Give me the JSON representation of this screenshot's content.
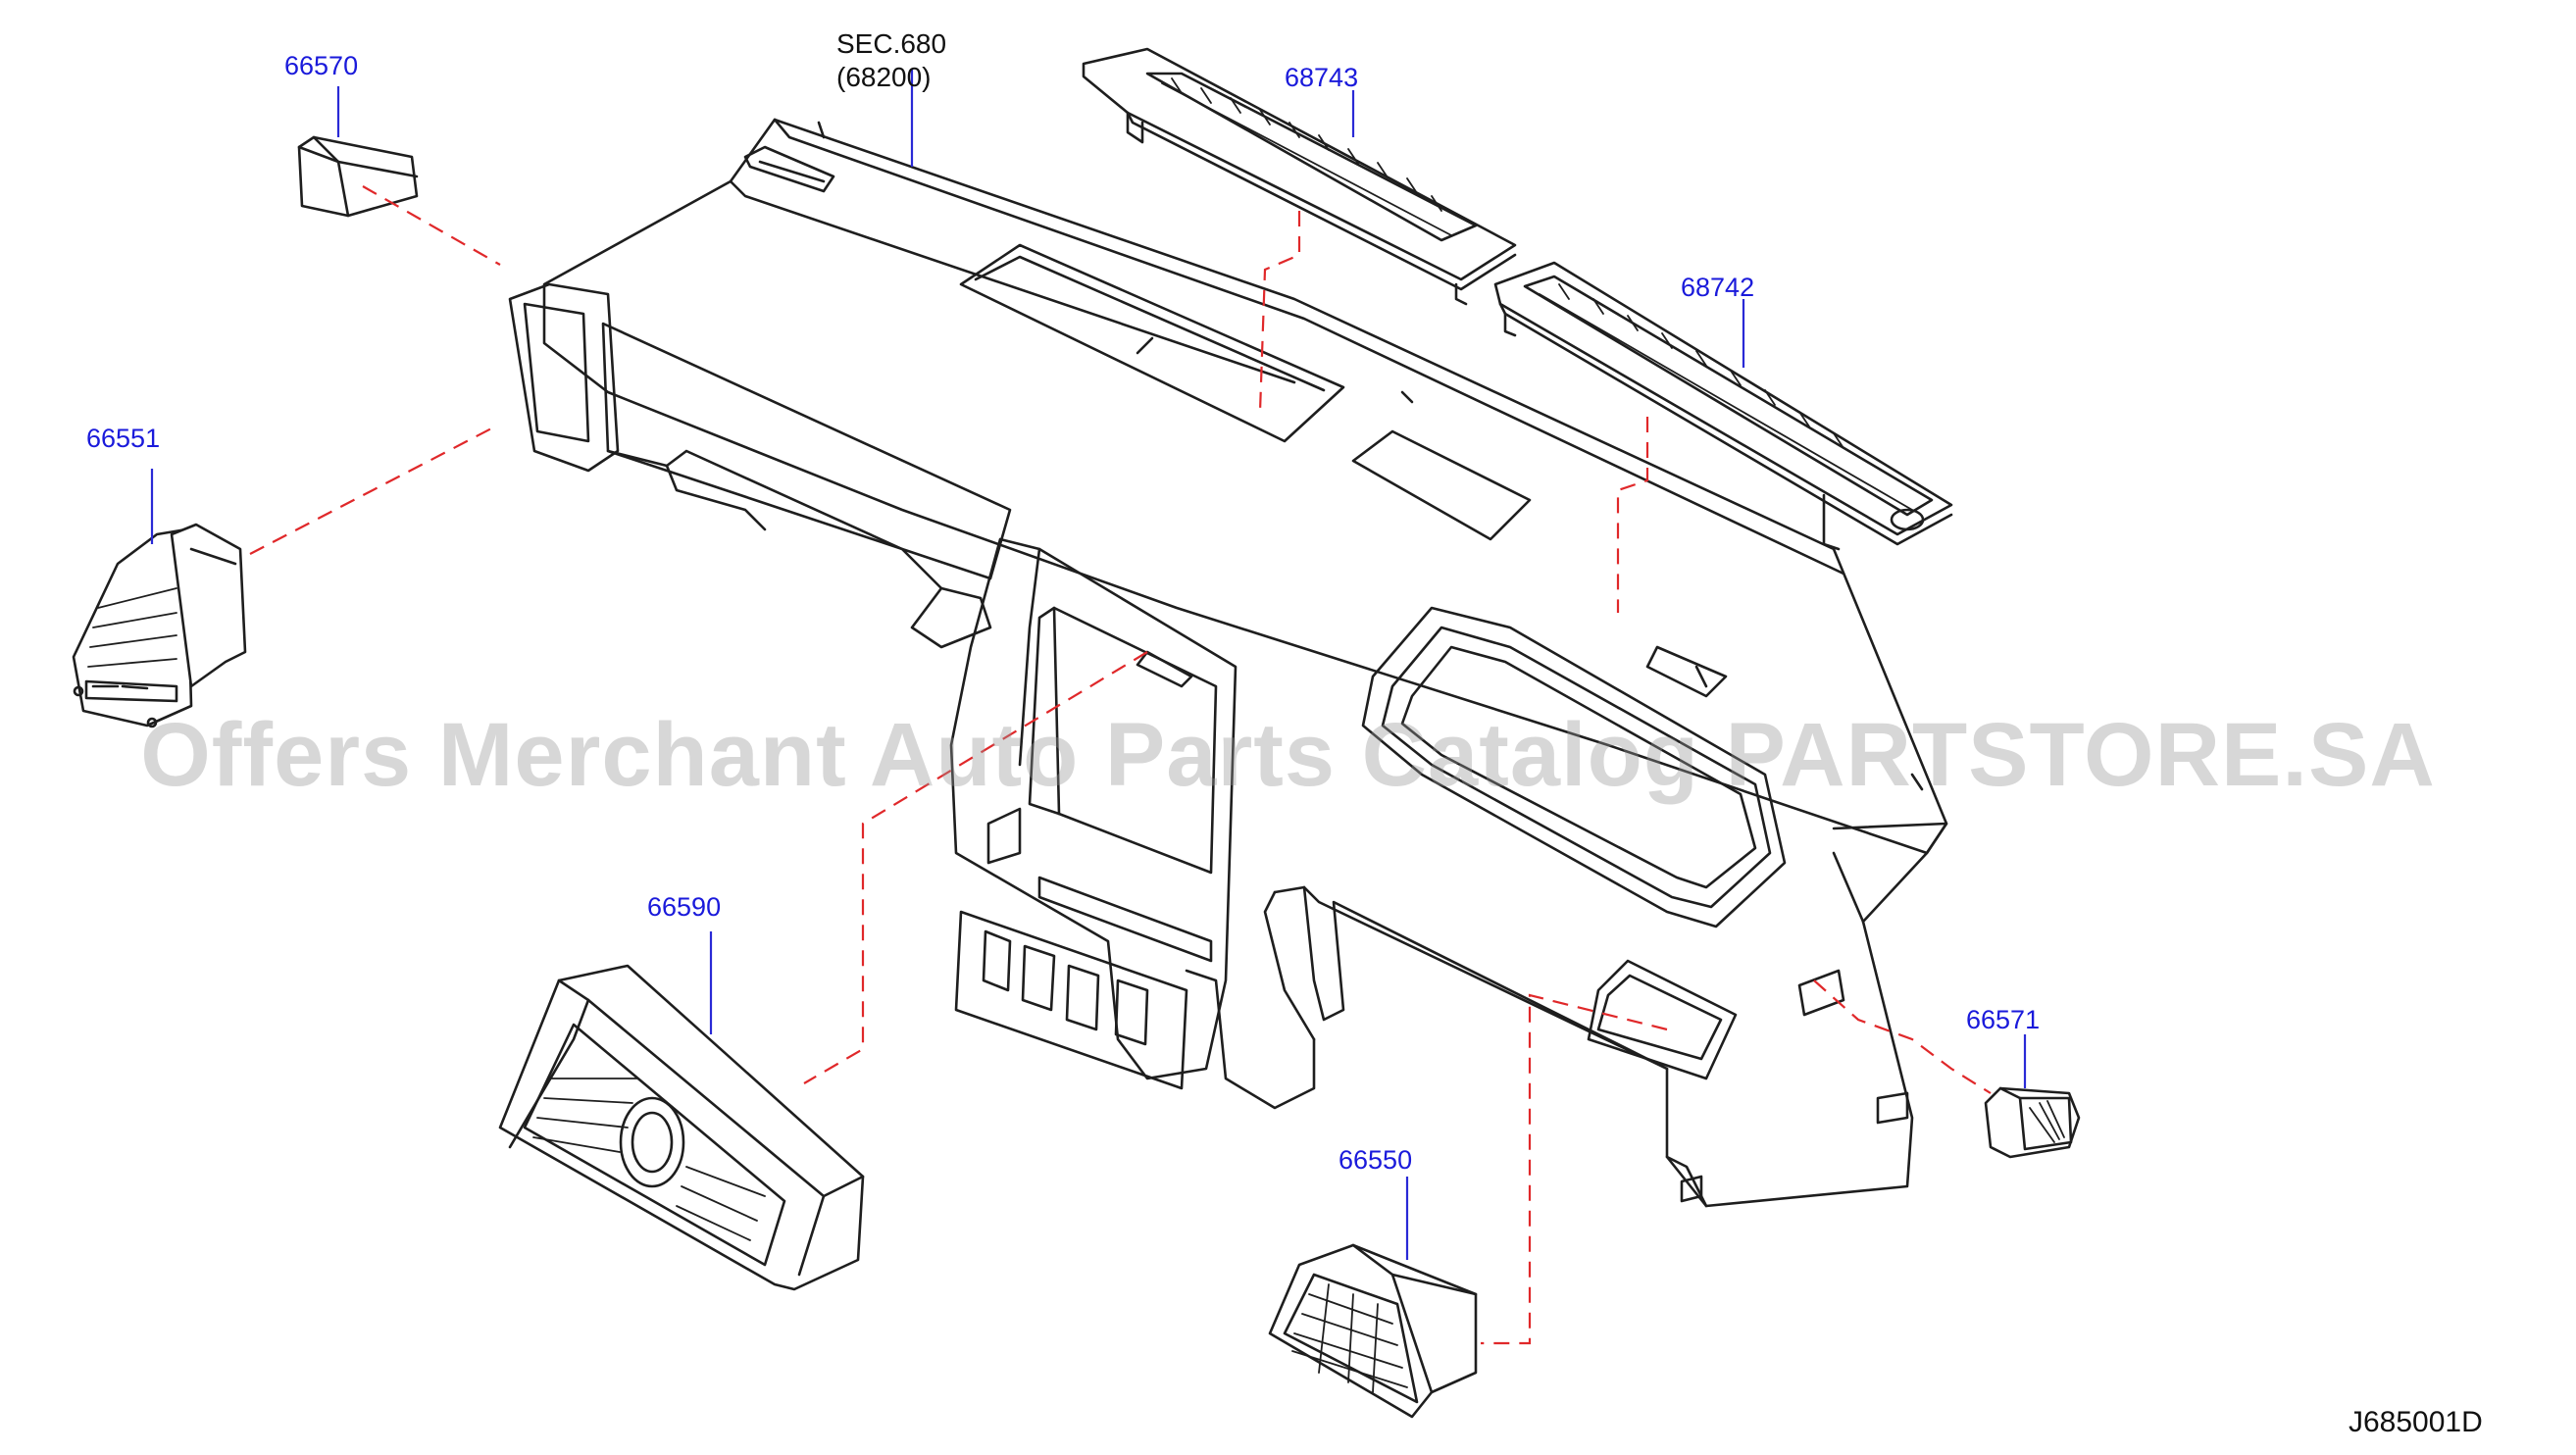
{
  "callouts": {
    "p66570": "66570",
    "p68743": "68743",
    "p68742": "68742",
    "p66551": "66551",
    "p66590": "66590",
    "p66571": "66571",
    "p66550": "66550"
  },
  "section_ref": {
    "line1": "SEC.680",
    "line2": "(68200)"
  },
  "diagram_code": "J685001D",
  "watermark": "Offers Merchant Auto Parts Catalog PARTSTORE.SA",
  "colors": {
    "callout_text": "#1a1adb",
    "leader_line": "#2a2ad6",
    "phantom_line": "#e0282a",
    "line_art": "#1e1e1e"
  }
}
